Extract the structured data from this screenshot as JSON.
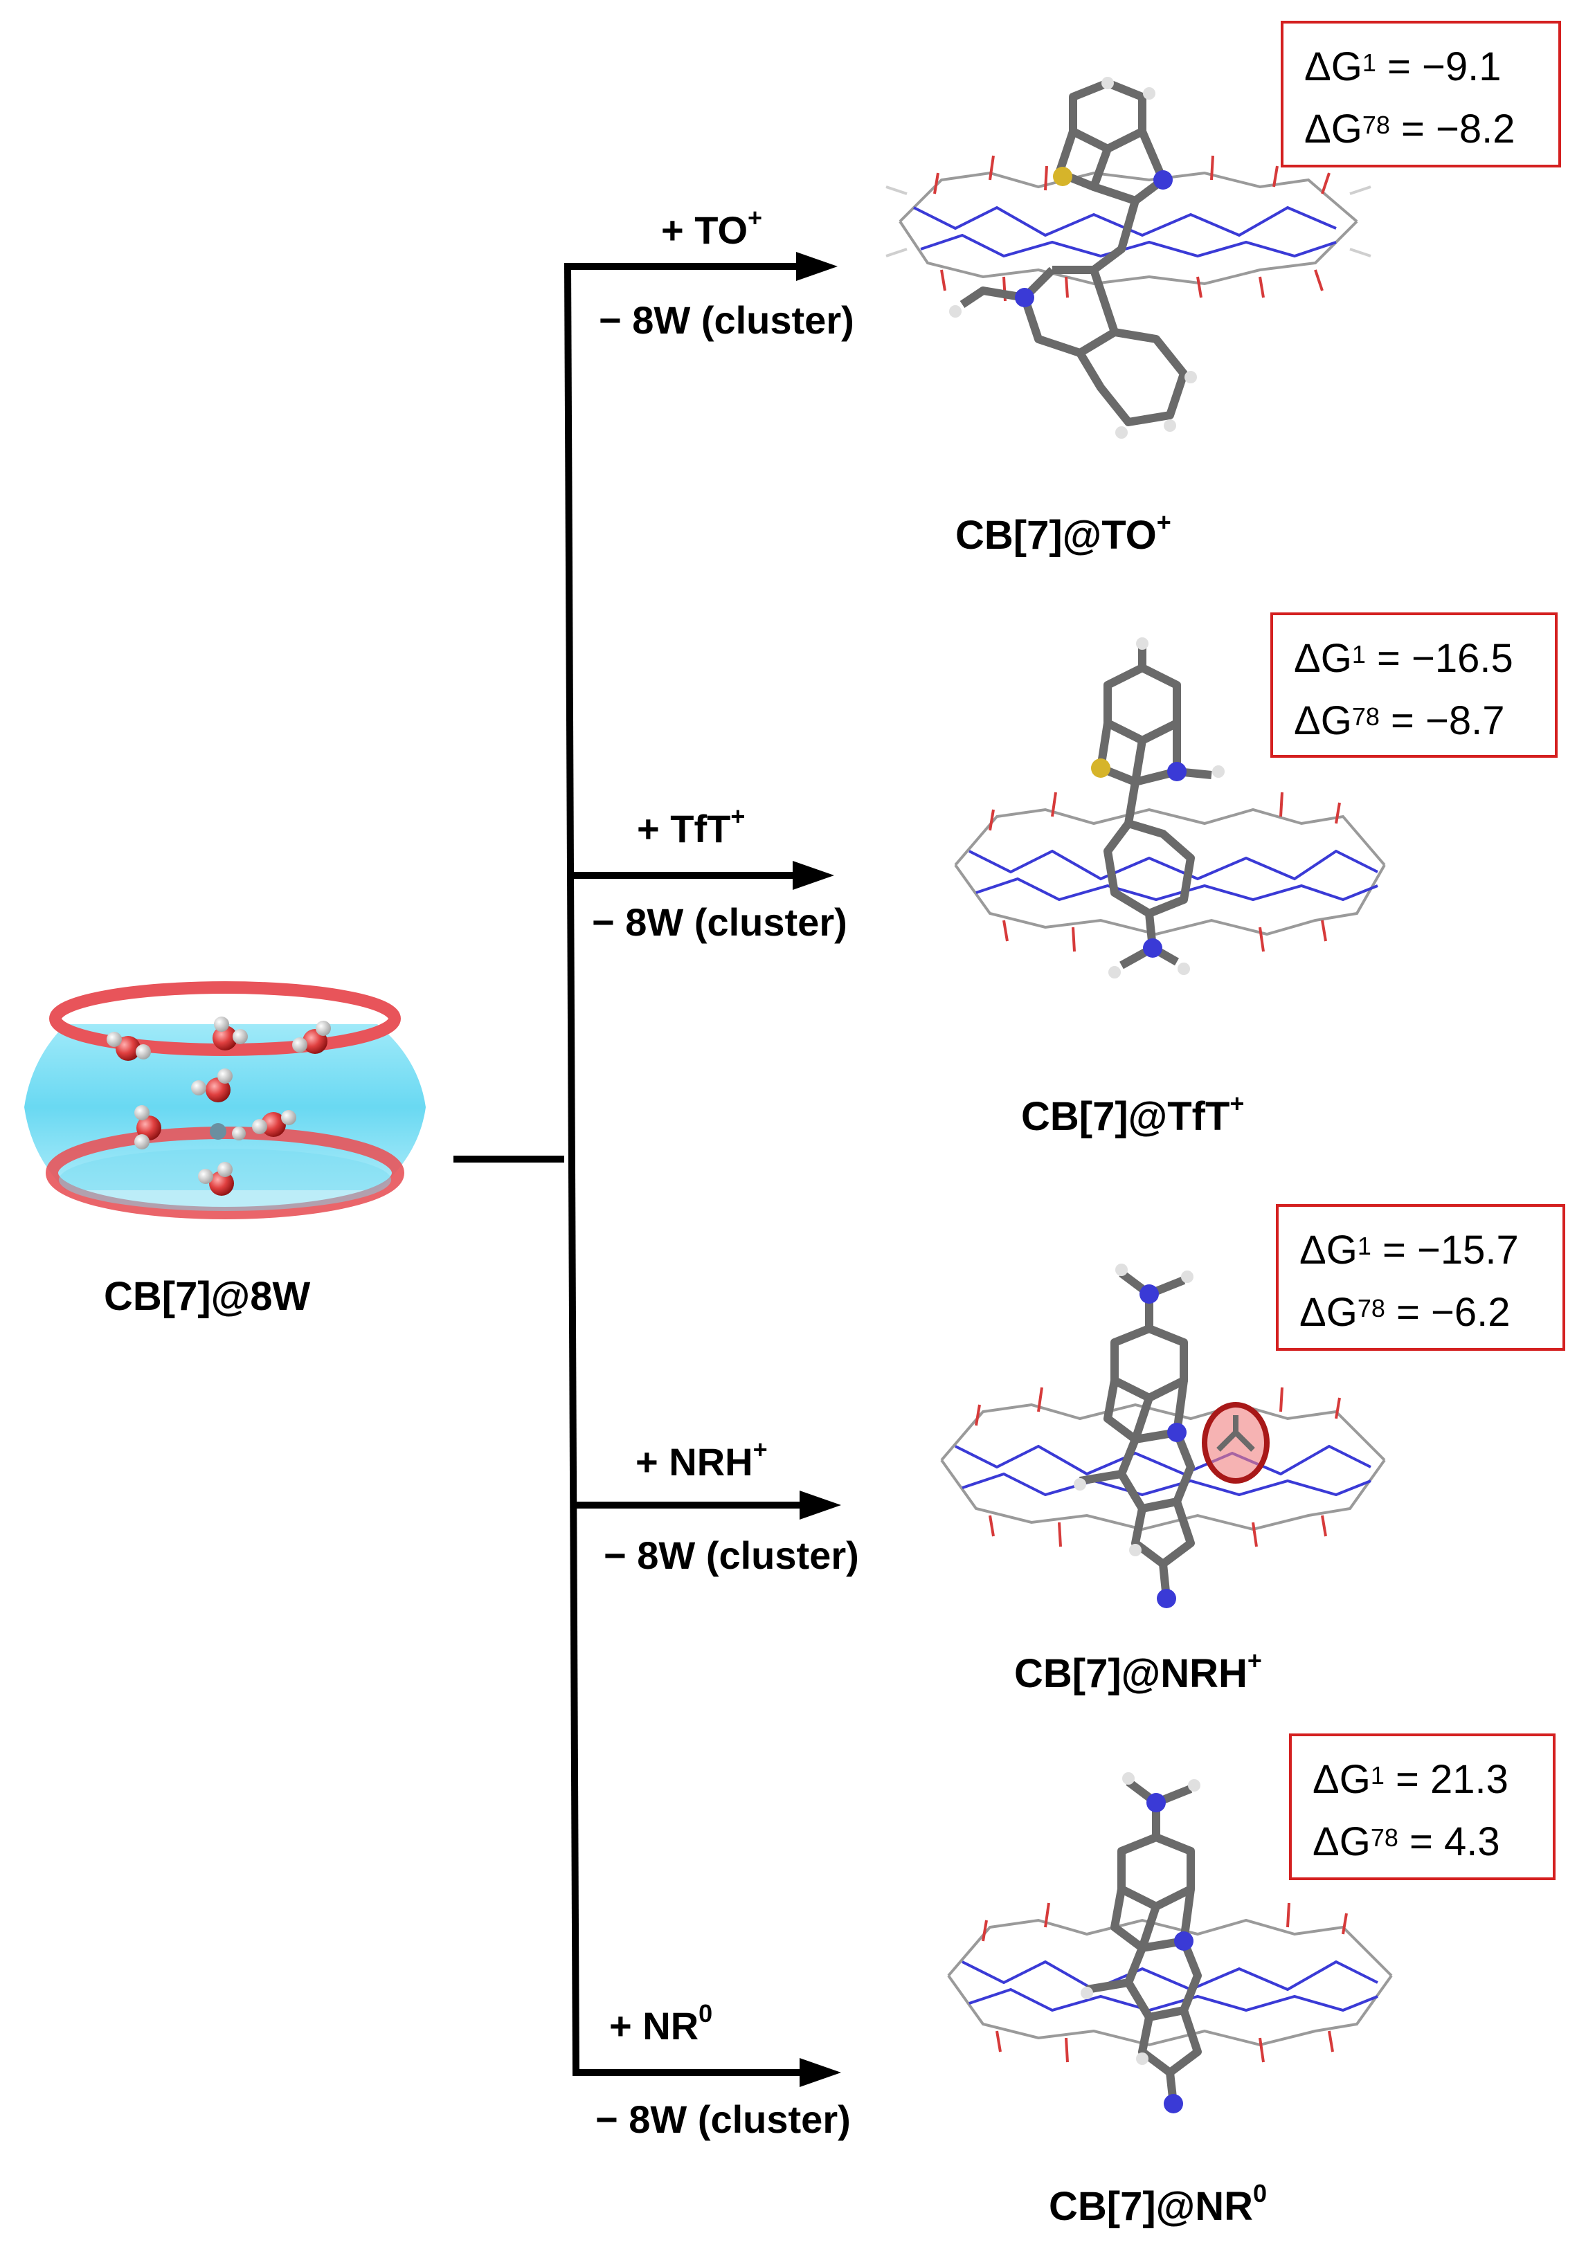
{
  "reactant": {
    "label": "CB[7]@8W"
  },
  "branches": [
    {
      "plus_main": "+ TO",
      "plus_sup": "+",
      "minus": "− 8W (cluster)",
      "product_main": "CB[7]@TO",
      "product_sup": "+",
      "dg1_pre": "ΔG",
      "dg1_sup": "1",
      "dg1_val": " = −9.1",
      "dg78_pre": "ΔG",
      "dg78_sup": "78",
      "dg78_val": " = −8.2"
    },
    {
      "plus_main": "+ TfT",
      "plus_sup": "+",
      "minus": "− 8W (cluster)",
      "product_main": "CB[7]@TfT",
      "product_sup": "+",
      "dg1_pre": "ΔG",
      "dg1_sup": "1",
      "dg1_val": " = −16.5",
      "dg78_pre": "ΔG",
      "dg78_sup": "78",
      "dg78_val": " = −8.7"
    },
    {
      "plus_main": "+ NRH",
      "plus_sup": "+",
      "minus": "− 8W (cluster)",
      "product_main": "CB[7]@NRH",
      "product_sup": "+",
      "dg1_pre": "ΔG",
      "dg1_sup": "1",
      "dg1_val": " = −15.7",
      "dg78_pre": "ΔG",
      "dg78_sup": "78",
      "dg78_val": " = −6.2"
    },
    {
      "plus_main": "+ NR",
      "plus_sup": "0",
      "minus": "− 8W (cluster)",
      "product_main": "CB[7]@NR",
      "product_sup": "0",
      "dg1_pre": "ΔG",
      "dg1_sup": "1",
      "dg1_val": " = 21.3",
      "dg78_pre": "ΔG",
      "dg78_sup": "78",
      "dg78_val": " = 4.3"
    }
  ],
  "colors": {
    "box_border": "#d42020",
    "cb_ring": "#e8545a",
    "cb_body": "#5ed6f2",
    "oxygen": "#d63a3a",
    "nitrogen": "#3a3ad6",
    "sulfur": "#d6b42a",
    "carbon": "#7a7a7a"
  }
}
